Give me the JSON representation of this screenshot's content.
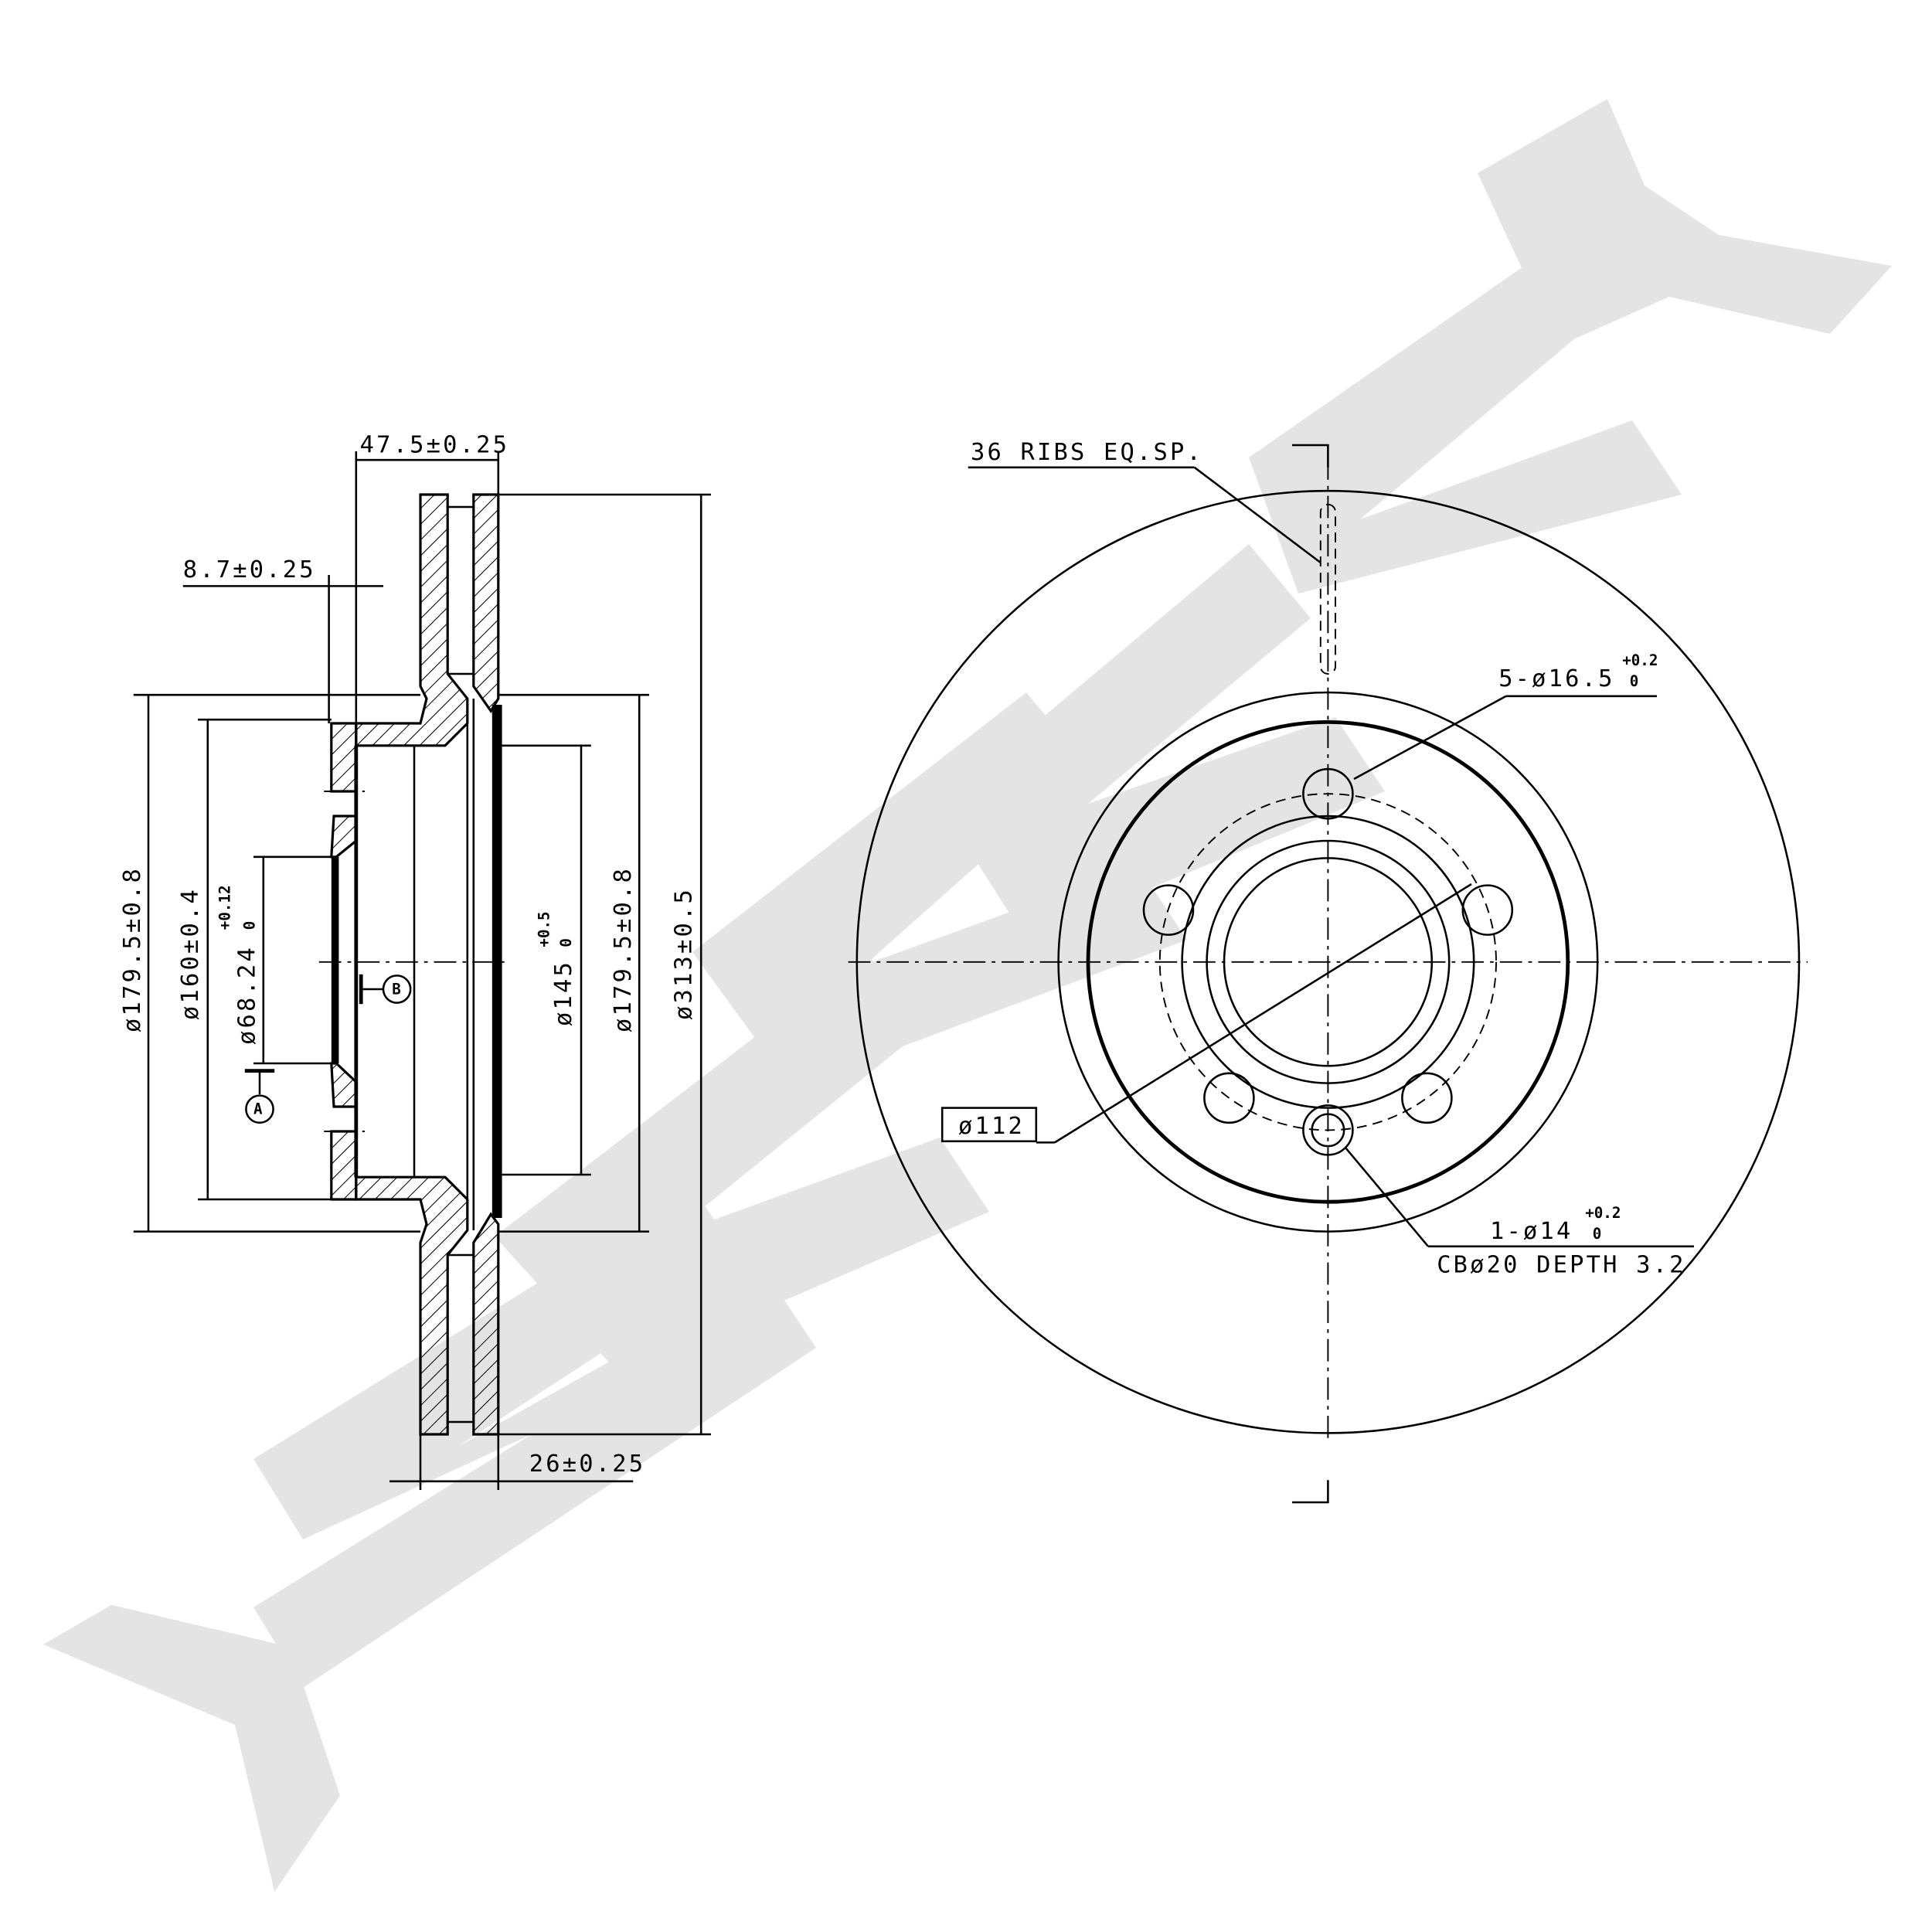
{
  "colors": {
    "line": "#000000",
    "watermark": "#e4e4e4",
    "background": "#ffffff"
  },
  "side_view": {
    "dim_total_width": "47.5±0.25",
    "dim_hat_thickness": "8.7±0.25",
    "dim_disc_thickness": "26±0.25",
    "dim_left_179": "ø179.5±0.8",
    "dim_160": "ø160±0.4",
    "dim_68": "ø68.24",
    "dim_68_tol_upper": "+0.12",
    "dim_68_tol_lower": "0",
    "dim_145": "ø145",
    "dim_145_tol_upper": "+0.5",
    "dim_145_tol_lower": "0",
    "dim_right_179": "ø179.5±0.8",
    "dim_313": "ø313±0.5",
    "datum_a": "A",
    "datum_b": "B"
  },
  "front_view": {
    "ribs_note": "36 RIBS EQ.SP.",
    "bolt_holes": "5-ø16.5",
    "bolt_holes_tol_upper": "+0.2",
    "bolt_holes_tol_lower": "0",
    "pcd": "ø112",
    "locating_hole": "1-ø14",
    "locating_hole_tol_upper": "+0.2",
    "locating_hole_tol_lower": "0",
    "counterbore": "CBø20 DEPTH 3.2"
  }
}
